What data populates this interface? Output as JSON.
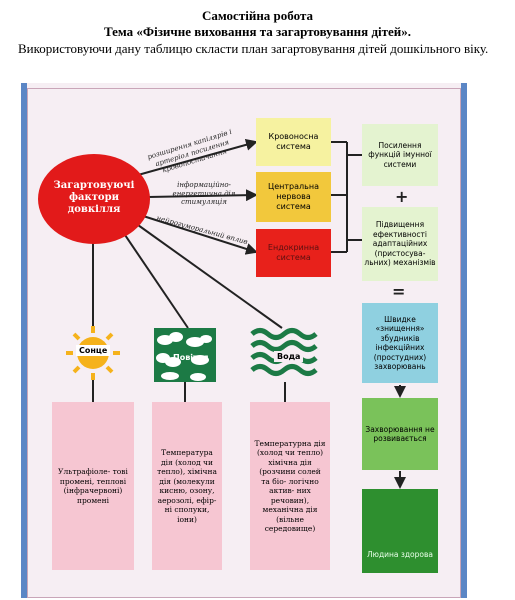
{
  "document": {
    "title": "Самостійна робота",
    "theme": "Тема «Фізичне виховання та загартовування дітей».",
    "task": "Використовуючи дану таблицю скласти план загартовування дітей дошкільного віку."
  },
  "diagram": {
    "center": "Загартовуючі фактори довкілля",
    "arrow_labels": {
      "blood": "розширення капілярів і артеріол посилення кровопостачання",
      "nerve": "інформаційно- енергетична дія стимуляція",
      "endocrine": "нейрогуморальний вплив"
    },
    "systems": {
      "blood": "Кровоносна система",
      "nerve": "Центральна нервова система",
      "endocrine": "Ендокринна система"
    },
    "results": {
      "immune": "Посилення функцій імунної системи",
      "adapt": "Підвищення ефективності адаптаційних (пристосува- льних) механізмів",
      "decrease": "Швидке «знищення» збудників інфекційних (простудних) захворювань",
      "no_disease": "Захворювання не розвивається",
      "healthy": "Людина здорова"
    },
    "symbols": {
      "plus": "+",
      "equals": "="
    },
    "factors": {
      "sun": {
        "label": "Сонце",
        "desc": "Ультрафіоле- тові промені, теплові (інфрачервоні) промені"
      },
      "air": {
        "label": "Повітря",
        "desc": "Температура дія (холод чи тепло), хімічна дія (молекули кисню, озону, аерозолі, ефір- ні сполуки, іони)"
      },
      "water": {
        "label": "Вода",
        "desc": "Температурна дія (холод чи тепло) хімічна дія (розчини солей та біо- логічно актив- них речовин), механічна дія (вільне середовище)"
      }
    },
    "colors": {
      "circle": "#e21a1a",
      "blood_box": "#f6f2a0",
      "nerve_box": "#f2c83c",
      "endocrine_box": "#e8211b",
      "result_box": "#e4f3d0",
      "decrease_box": "#8fd0e0",
      "no_disease_box": "#7ac25a",
      "healthy_box": "#2e8f2f",
      "desc_box": "#f6c6d2",
      "frame_blue": "#5b86c5"
    }
  }
}
